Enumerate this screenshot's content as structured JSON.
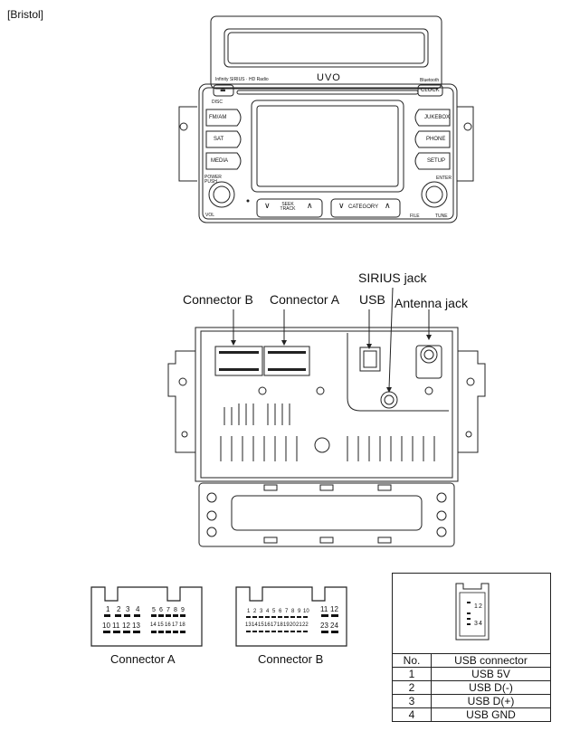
{
  "page_label": "[Bristol]",
  "front_panel": {
    "brand_left": "Infinity SIRIUS · HD Radio",
    "logo": "UVO",
    "brand_right": "Bluetooth",
    "buttons_left": [
      "FM/AM",
      "SAT",
      "MEDIA"
    ],
    "buttons_right": [
      "JUKEBOX",
      "PHONE",
      "SETUP"
    ],
    "clock_label": "CLOCK",
    "power_label": "POWER PUSH",
    "vol_label": "VOL",
    "seek_label": "SEEK TRACK",
    "category_label": "CATEGORY",
    "file_label": "FILE",
    "enter_label": "ENTER",
    "tune_label": "TUNE",
    "disc_label": "DISC"
  },
  "rear_labels": {
    "connector_b": "Connector  B",
    "connector_a": "Connector A",
    "sirius": "SIRIUS jack",
    "usb": "USB",
    "antenna": "Antenna jack"
  },
  "connector_a": {
    "caption": "Connector A",
    "top_pins": [
      "1",
      "2",
      "3",
      "4",
      "5",
      "6",
      "7",
      "8",
      "9"
    ],
    "bottom_pins": [
      "10",
      "11",
      "12",
      "13",
      "14",
      "15",
      "16",
      "17",
      "18"
    ]
  },
  "connector_b": {
    "caption": "Connector B",
    "top_pins": [
      "1",
      "2",
      "3",
      "4",
      "5",
      "6",
      "7",
      "8",
      "9",
      "10",
      "11",
      "12"
    ],
    "bottom_pins": [
      "13",
      "14",
      "15",
      "16",
      "17",
      "18",
      "19",
      "20",
      "21",
      "22",
      "23",
      "24"
    ]
  },
  "usb_table": {
    "header_no": "No.",
    "header_name": "USB connector",
    "rows": [
      {
        "no": "1",
        "name": "USB 5V"
      },
      {
        "no": "2",
        "name": "USB D(-)"
      },
      {
        "no": "3",
        "name": "USB D(+)"
      },
      {
        "no": "4",
        "name": "USB GND"
      }
    ],
    "pin_labels": [
      "1",
      "2",
      "3",
      "4"
    ]
  }
}
